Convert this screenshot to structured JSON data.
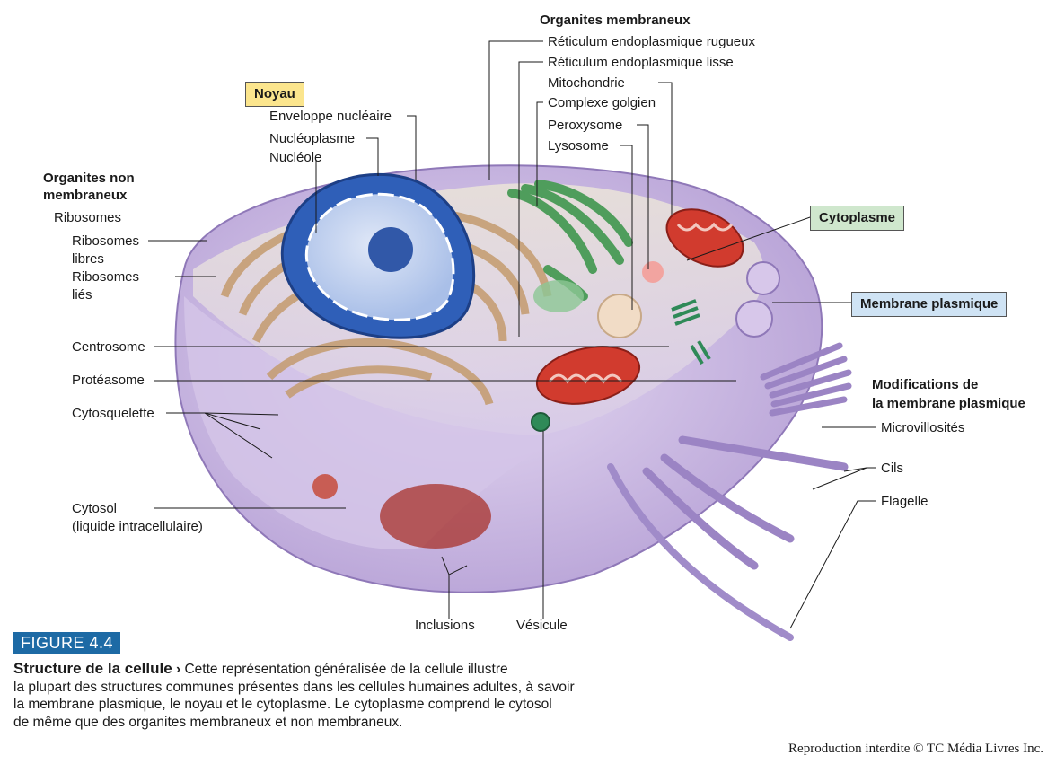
{
  "labels": {
    "organites_membraneux_title": "Organites membraneux",
    "rer": "Réticulum endoplasmique rugueux",
    "rel": "Réticulum endoplasmique lisse",
    "mitochondrie": "Mitochondrie",
    "golgi": "Complexe golgien",
    "peroxysome": "Peroxysome",
    "lysosome": "Lysosome",
    "noyau": "Noyau",
    "enveloppe": "Enveloppe nucléaire",
    "nucleoplasme": "Nucléoplasme",
    "nucleole": "Nucléole",
    "non_membraneux_l1": "Organites non",
    "non_membraneux_l2": "membraneux",
    "ribosomes": "Ribosomes",
    "ribosomes_libres_l1": "Ribosomes",
    "ribosomes_libres_l2": "libres",
    "ribosomes_lies_l1": "Ribosomes",
    "ribosomes_lies_l2": "liés",
    "centrosome": "Centrosome",
    "proteasome": "Protéasome",
    "cytosquelette": "Cytosquelette",
    "cytosol_l1": "Cytosol",
    "cytosol_l2": "(liquide intracellulaire)",
    "cytoplasme": "Cytoplasme",
    "membrane_plasmique": "Membrane plasmique",
    "modifications_l1": "Modifications de",
    "modifications_l2": "la membrane plasmique",
    "microvillosites": "Microvillosités",
    "cils": "Cils",
    "flagelle": "Flagelle",
    "inclusions": "Inclusions",
    "vesicule": "Vésicule"
  },
  "figure": {
    "badge": "FIGURE 4.4",
    "caption_title": "Structure de la cellule",
    "caption_chevron": "›",
    "caption_line1": "Cette représentation généralisée de la cellule illustre",
    "caption_line2": "la plupart des structures communes présentes dans les cellules humaines adultes, à savoir",
    "caption_line3": "la membrane plasmique, le noyau et le cytoplasme. Le cytoplasme comprend le cytosol",
    "caption_line4": "de même que des organites membraneux et non membraneux."
  },
  "copyright": "Reproduction interdite © TC Média Livres Inc.",
  "colors": {
    "cell_top": "#b9a6d6",
    "cell_body": "#c9b6e3",
    "cytosol_section": "#ddd0ec",
    "nucleus": "#3d6fc4",
    "nucleolus": "#2c55a8",
    "rough_er": "#c9a37a",
    "golgi": "#5fa86a",
    "mitochondria": "#c8352b",
    "badge": "#1d6aa5"
  }
}
